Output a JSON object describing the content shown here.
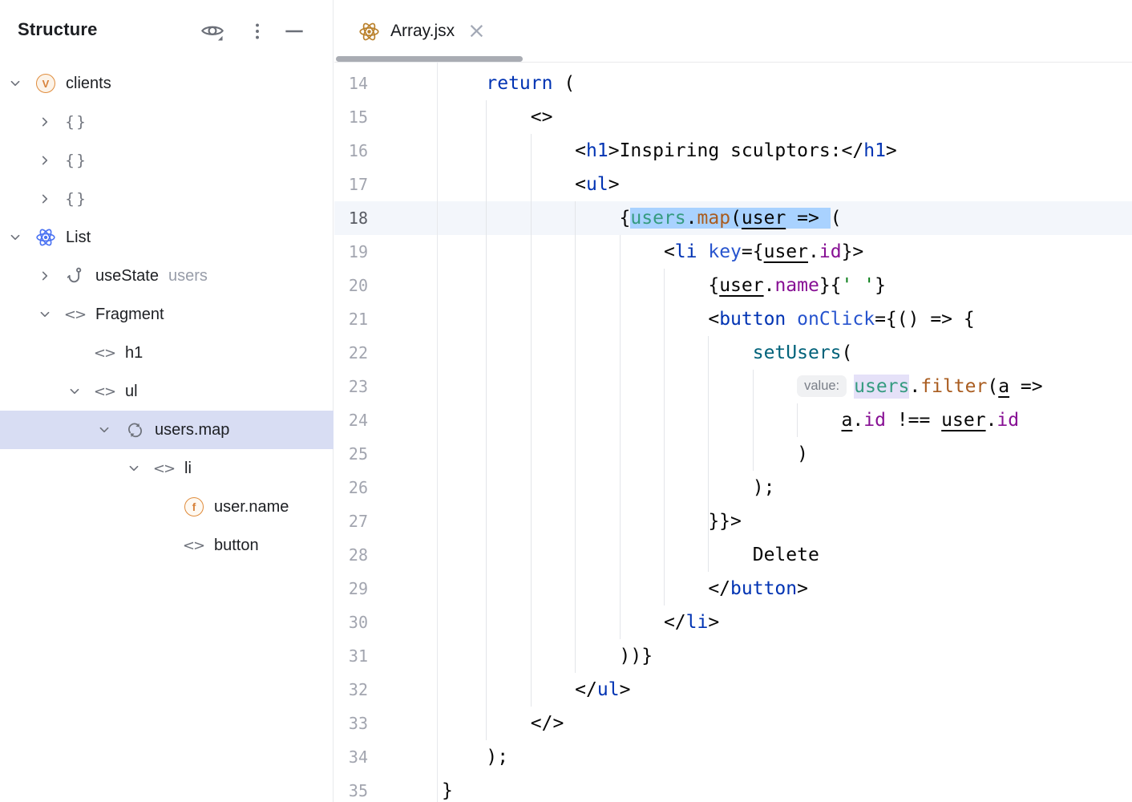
{
  "structure_panel": {
    "title": "Structure",
    "toolbar": {
      "icons": [
        "eye-icon",
        "more-vertical-icon",
        "hide-icon"
      ]
    },
    "tree": [
      {
        "level": 0,
        "chevron": "down",
        "icon": "variable",
        "label": "clients",
        "suffix": "",
        "selected": false
      },
      {
        "level": 1,
        "chevron": "right",
        "icon": "braces",
        "label": "",
        "suffix": "",
        "selected": false
      },
      {
        "level": 1,
        "chevron": "right",
        "icon": "braces",
        "label": "",
        "suffix": "",
        "selected": false
      },
      {
        "level": 1,
        "chevron": "right",
        "icon": "braces",
        "label": "",
        "suffix": "",
        "selected": false
      },
      {
        "level": 0,
        "chevron": "down",
        "icon": "react",
        "label": "List",
        "suffix": "",
        "selected": false
      },
      {
        "level": 1,
        "chevron": "right",
        "icon": "hook",
        "label": "useState",
        "suffix": "users",
        "selected": false
      },
      {
        "level": 1,
        "chevron": "down",
        "icon": "tag",
        "label": "Fragment",
        "suffix": "",
        "selected": false
      },
      {
        "level": 2,
        "chevron": "none",
        "icon": "tag",
        "label": "h1",
        "suffix": "",
        "selected": false
      },
      {
        "level": 2,
        "chevron": "down",
        "icon": "tag",
        "label": "ul",
        "suffix": "",
        "selected": false
      },
      {
        "level": 3,
        "chevron": "down",
        "icon": "loop",
        "label": "users.map",
        "suffix": "",
        "selected": true
      },
      {
        "level": 4,
        "chevron": "down",
        "icon": "tag",
        "label": "li",
        "suffix": "",
        "selected": false
      },
      {
        "level": 5,
        "chevron": "none",
        "icon": "function",
        "label": "user.name",
        "suffix": "",
        "selected": false
      },
      {
        "level": 5,
        "chevron": "none",
        "icon": "tag",
        "label": "button",
        "suffix": "",
        "selected": false
      }
    ]
  },
  "editor": {
    "tab": {
      "icon": "react-icon",
      "label": "Array.jsx",
      "close_glyph": "×"
    },
    "param_hint": "value:",
    "lines": [
      {
        "no": 14,
        "current": false,
        "tokens": [
          [
            "plain",
            "    "
          ],
          [
            "kw",
            "return"
          ],
          [
            "plain",
            " ("
          ]
        ]
      },
      {
        "no": 15,
        "current": false,
        "tokens": [
          [
            "plain",
            "        <>"
          ]
        ]
      },
      {
        "no": 16,
        "current": false,
        "tokens": [
          [
            "plain",
            "            <"
          ],
          [
            "tag",
            "h1"
          ],
          [
            "plain",
            ">Inspiring sculptors:</"
          ],
          [
            "tag",
            "h1"
          ],
          [
            "plain",
            ">"
          ]
        ]
      },
      {
        "no": 17,
        "current": false,
        "tokens": [
          [
            "plain",
            "            <"
          ],
          [
            "tag",
            "ul"
          ],
          [
            "plain",
            ">"
          ]
        ]
      },
      {
        "no": 18,
        "current": true,
        "tokens": [
          [
            "plain",
            "                {"
          ],
          [
            "var sel",
            "users"
          ],
          [
            "plain sel",
            "."
          ],
          [
            "method sel",
            "map"
          ],
          [
            "plain sel",
            "("
          ],
          [
            "u sel",
            "user"
          ],
          [
            "plain sel",
            " => "
          ],
          [
            "plain",
            "("
          ]
        ]
      },
      {
        "no": 19,
        "current": false,
        "tokens": [
          [
            "plain",
            "                    <"
          ],
          [
            "tag",
            "li"
          ],
          [
            "plain",
            " "
          ],
          [
            "attr",
            "key"
          ],
          [
            "plain",
            "={"
          ],
          [
            "u",
            "user"
          ],
          [
            "plain",
            "."
          ],
          [
            "prop",
            "id"
          ],
          [
            "plain",
            "}>"
          ]
        ]
      },
      {
        "no": 20,
        "current": false,
        "tokens": [
          [
            "plain",
            "                        {"
          ],
          [
            "u",
            "user"
          ],
          [
            "plain",
            "."
          ],
          [
            "prop",
            "name"
          ],
          [
            "plain",
            "}{"
          ],
          [
            "str",
            "' '"
          ],
          [
            "plain",
            "}"
          ]
        ]
      },
      {
        "no": 21,
        "current": false,
        "tokens": [
          [
            "plain",
            "                        <"
          ],
          [
            "tag",
            "button"
          ],
          [
            "plain",
            " "
          ],
          [
            "attr",
            "onClick"
          ],
          [
            "plain",
            "={() => {"
          ]
        ]
      },
      {
        "no": 22,
        "current": false,
        "tokens": [
          [
            "plain",
            "                            "
          ],
          [
            "fn",
            "setUsers"
          ],
          [
            "plain",
            "("
          ]
        ]
      },
      {
        "no": 23,
        "current": false,
        "tokens": [
          [
            "plain",
            "                                "
          ],
          [
            "hint",
            "value:"
          ],
          [
            "var occ",
            "users"
          ],
          [
            "plain",
            "."
          ],
          [
            "method",
            "filter"
          ],
          [
            "plain",
            "("
          ],
          [
            "u",
            "a"
          ],
          [
            "plain",
            " =>"
          ]
        ]
      },
      {
        "no": 24,
        "current": false,
        "tokens": [
          [
            "plain",
            "                                    "
          ],
          [
            "u",
            "a"
          ],
          [
            "plain",
            "."
          ],
          [
            "prop",
            "id"
          ],
          [
            "plain",
            " !== "
          ],
          [
            "u",
            "user"
          ],
          [
            "plain",
            "."
          ],
          [
            "prop",
            "id"
          ]
        ]
      },
      {
        "no": 25,
        "current": false,
        "tokens": [
          [
            "plain",
            "                                )"
          ]
        ]
      },
      {
        "no": 26,
        "current": false,
        "tokens": [
          [
            "plain",
            "                            );"
          ]
        ]
      },
      {
        "no": 27,
        "current": false,
        "tokens": [
          [
            "plain",
            "                        }}>"
          ]
        ]
      },
      {
        "no": 28,
        "current": false,
        "tokens": [
          [
            "plain",
            "                            Delete"
          ]
        ]
      },
      {
        "no": 29,
        "current": false,
        "tokens": [
          [
            "plain",
            "                        </"
          ],
          [
            "tag",
            "button"
          ],
          [
            "plain",
            ">"
          ]
        ]
      },
      {
        "no": 30,
        "current": false,
        "tokens": [
          [
            "plain",
            "                    </"
          ],
          [
            "tag",
            "li"
          ],
          [
            "plain",
            ">"
          ]
        ]
      },
      {
        "no": 31,
        "current": false,
        "tokens": [
          [
            "plain",
            "                ))}"
          ]
        ]
      },
      {
        "no": 32,
        "current": false,
        "tokens": [
          [
            "plain",
            "            </"
          ],
          [
            "tag",
            "ul"
          ],
          [
            "plain",
            ">"
          ]
        ]
      },
      {
        "no": 33,
        "current": false,
        "tokens": [
          [
            "plain",
            "        </>"
          ]
        ]
      },
      {
        "no": 34,
        "current": false,
        "tokens": [
          [
            "plain",
            "    );"
          ]
        ]
      },
      {
        "no": 35,
        "current": false,
        "tokens": [
          [
            "plain",
            "}"
          ]
        ]
      }
    ],
    "indent_guides": [
      {
        "col": 4,
        "from": 15,
        "to": 33
      },
      {
        "col": 8,
        "from": 16,
        "to": 32
      },
      {
        "col": 12,
        "from": 18,
        "to": 31
      },
      {
        "col": 16,
        "from": 19,
        "to": 30
      },
      {
        "col": 20,
        "from": 20,
        "to": 29
      },
      {
        "col": 24,
        "from": 22,
        "to": 28
      },
      {
        "col": 28,
        "from": 23,
        "to": 25
      },
      {
        "col": 32,
        "from": 24,
        "to": 24
      }
    ]
  },
  "colors": {
    "keyword_tag_blue": "#0033B3",
    "attribute_blue": "#2754CE",
    "function_call_teal": "#00627A",
    "method_brown": "#A95C1F",
    "variable_teal": "#359B80",
    "property_purple": "#871094",
    "string_green": "#067D17",
    "selection_blue": "#A9D2FF",
    "current_line_bg": "#F3F6FB",
    "usage_highlight_lavender": "#E5E1F8",
    "tree_selection_bg": "#D8DDF3",
    "tab_underline_gray": "#A9ACB3",
    "icon_orange": "#E08C3C",
    "react_blue": "#4A72F2",
    "react_gold": "#BA812C",
    "gutter_number_gray": "#A2A5AF"
  }
}
